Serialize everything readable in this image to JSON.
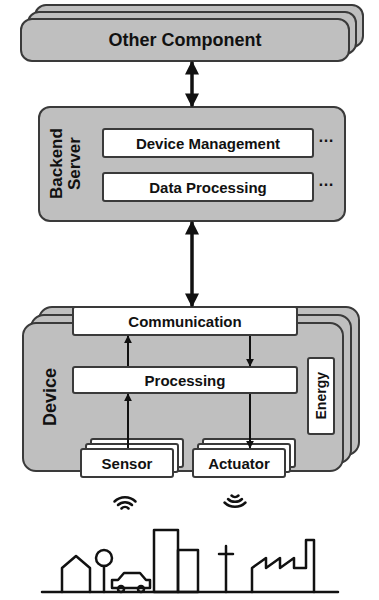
{
  "diagram": {
    "nodes": [
      {
        "text": [
          "Other Component"
        ]
      },
      {
        "text": [
          "Backend Server"
        ]
      },
      {
        "text": [
          "Device Management"
        ],
        "in": 1
      },
      {
        "text": [
          "Data Processing"
        ],
        "in": 1
      },
      {
        "text": [
          "Device"
        ]
      },
      {
        "text": [
          "Communication"
        ],
        "in": 4
      },
      {
        "text": [
          "Processing"
        ],
        "in": 4
      },
      {
        "text": [
          "Energy"
        ],
        "in": 4
      },
      {
        "text": [
          "Sensor"
        ],
        "in": 4
      },
      {
        "text": [
          "Actuator"
        ],
        "in": 4
      }
    ],
    "edges": [
      {
        "from": 0,
        "to": 1,
        "arrow": "both"
      },
      {
        "from": 1,
        "to": 5,
        "arrow": "both"
      },
      {
        "from": 8,
        "to": 6,
        "arrow": "to"
      },
      {
        "from": 6,
        "to": 5,
        "arrow": "to"
      },
      {
        "from": 5,
        "to": 6,
        "arrow": "to"
      },
      {
        "from": 6,
        "to": 9,
        "arrow": "to"
      }
    ],
    "labels": [
      "…",
      "…"
    ]
  }
}
